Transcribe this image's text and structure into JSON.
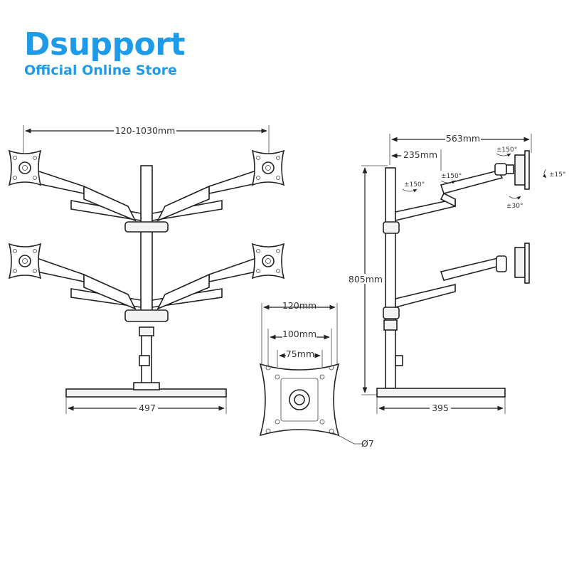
{
  "brand": {
    "name": "Dsupport",
    "subtitle": "Official Online Store",
    "color": "#1e9be8"
  },
  "dimensions": {
    "arm_span": "120-1030mm",
    "base_width": "497",
    "side_reach": "563mm",
    "arm_reach": "235mm",
    "height": "805mm",
    "base_depth": "395",
    "vesa_outer": "120mm",
    "vesa_mid": "100mm",
    "vesa_inner": "75mm",
    "hole_diameter": "Ø7"
  },
  "angles": {
    "arm_swivel": "±150°",
    "elbow_swivel": "±150°",
    "head_swivel": "±150°",
    "rotation": "±15°",
    "tilt": "±30°"
  },
  "views": [
    "front-view",
    "side-view",
    "vesa-plate-detail"
  ]
}
